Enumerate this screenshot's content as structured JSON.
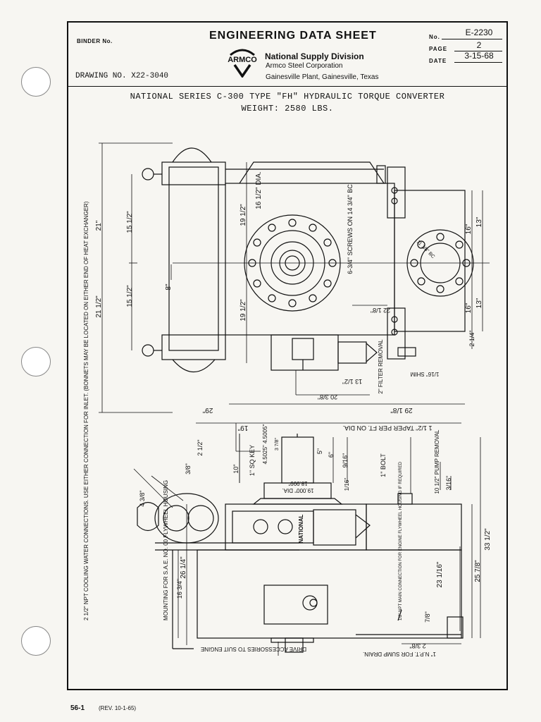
{
  "header": {
    "binder_label": "BINDER No.",
    "title": "ENGINEERING DATA SHEET",
    "logo_text": "ARMCO",
    "division": "National Supply Division",
    "corporation": "Armco Steel Corporation",
    "plant": "Gainesville Plant, Gainesville, Texas",
    "drawing_no": "DRAWING NO. X22-3040",
    "no_label": "No.",
    "no_value": "E-2230",
    "page_label": "PAGE",
    "page_value": "2",
    "date_label": "DATE",
    "date_value": "3-15-68"
  },
  "title": {
    "line1": "NATIONAL SERIES C-300 TYPE \"FH\" HYDRAULIC TORQUE CONVERTER",
    "line2": "WEIGHT: 2580 LBS."
  },
  "top_view": {
    "dim_21": "21\"",
    "dim_21_half": "21 1/2\"",
    "dim_15_half_a": "15 1/2\"",
    "dim_15_half_b": "15 1/2\"",
    "dim_8": "8\"",
    "dim_19_half_a": "19 1/2\"",
    "dim_19_half_b": "19 1/2\"",
    "dia_16_half": "16 1/2\" DIA.",
    "screws": "6-3/4\" SCREWS ON 14 3/4\" BC",
    "dim_16_a": "16\"",
    "dim_16_b": "16\"",
    "dim_13_a": "13\"",
    "dim_13_b": "13\"",
    "dim_2_quarter": "2 1/4\"",
    "dim_22_1_8": "22 1/8\"",
    "dim_13_b2": "13 1/2\"",
    "dim_20_3_8": "20 3/8\"",
    "dim_29": "29\"",
    "dim_29_b": "29 1/8\"",
    "filter_removal": "2\" FILTER REMOVAL",
    "shim": "1/16\" SHIM",
    "bc_small": "11 1/8\" BC"
  },
  "side_view": {
    "dim_19": "19\"",
    "dim_2_half": "2 1/2\"",
    "dim_3_8": "3/8\"",
    "taper_note": "1 1/2\" TAPER PER FT. ON DIA.",
    "key": "1\" SQ KEY",
    "shaft_dia": "4.5025\" 4.5005\"",
    "dim_3_7_8": "3 7/8\"",
    "dim_5": "5\"",
    "dim_6": "6\"",
    "dim_9_16": "9/16\"",
    "bolt": "1\" BOLT",
    "dim_10": "10\"",
    "dia_19": "19.000\" DIA.",
    "dia_18": "18.999\"",
    "dim_1_16": "1/16\"",
    "pump_removal": "10 1/2\" PUMP REMOVAL",
    "dim_3_16": "3/16\"",
    "dim_33_half": "33 1/2\"",
    "dim_25_7_8": "25 7/8\"",
    "dim_23_1_16": "23 1/16\"",
    "dim_26_quarter": "26 1/4\"",
    "dim_16_3_4": "16 3/4\"",
    "dim_4_3_8": "4 3/8\"",
    "dim_2_3_8": "2 3/8\"",
    "dim_7_8": "7/8\"",
    "cooling_note": "2 1/2\" NPT COOLING WATER CONNECTIONS. USE EITHER CONNECTION FOR INLET. (BONNETS MAY BE LOCATED ON EITHER END OF HEAT EXCHANGER)",
    "mounting_note": "MOUNTING FOR S.A.E. NO. 00 FLYWHEEL HOUSING",
    "drive_note": "DRIVE ACCESSORIES TO SUIT ENGINE",
    "sump_note": "1\" N.P.T. FOR SUMP DRAIN.",
    "npt_note": "1/2\" NPT MAIN CONNECTION FOR ENGINE FLYWHEEL HOUSING IF REQUIRED",
    "brand": "NATIONAL"
  },
  "footer": {
    "page_code": "56-1",
    "rev": "(REV. 10-1-65)"
  }
}
